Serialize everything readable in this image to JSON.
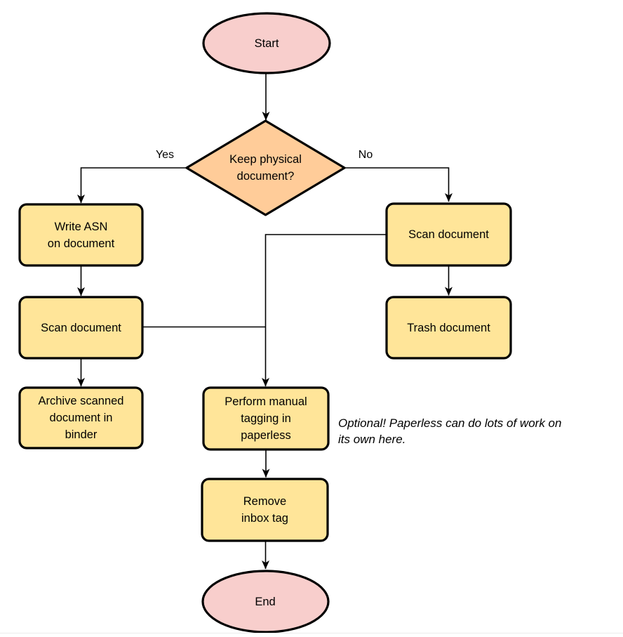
{
  "diagram": {
    "colors": {
      "terminal_fill": "#F8CECC",
      "decision_fill": "#FFCC99",
      "process_fill": "#FFE599",
      "stroke": "#000000"
    },
    "nodes": {
      "start": "Start",
      "decision": "Keep physical\ndocument?",
      "write_asn": "Write ASN\non document",
      "scan_left": "Scan document",
      "archive": "Archive scanned\ndocument in\nbinder",
      "scan_right": "Scan document",
      "trash": "Trash document",
      "tagging": "Perform manual\ntagging in\npaperless",
      "remove_inbox": "Remove\ninbox tag",
      "end": "End"
    },
    "edge_labels": {
      "yes": "Yes",
      "no": "No"
    },
    "note": "Optional! Paperless can do lots of work on\nits own here."
  }
}
